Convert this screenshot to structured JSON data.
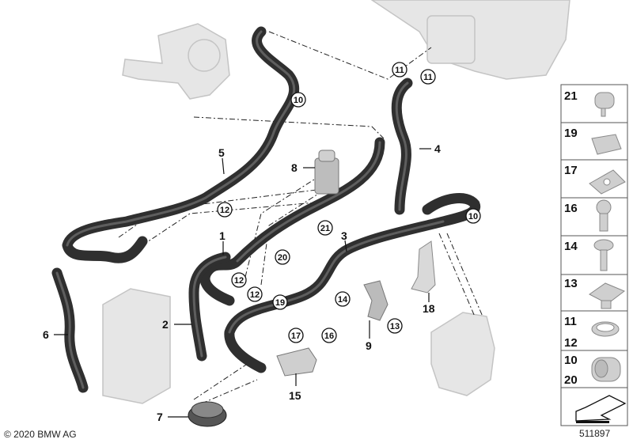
{
  "diagram": {
    "labels": {
      "l1": "1",
      "l2": "2",
      "l3": "3",
      "l4": "4",
      "l5": "5",
      "l6": "6",
      "l7": "7",
      "l8": "8",
      "l9": "9",
      "l15": "15",
      "l18": "18"
    },
    "circled": {
      "c11a": "11",
      "c11b": "11",
      "c10a": "10",
      "c10b": "10",
      "c12a": "12",
      "c12b": "12",
      "c12c": "12",
      "c21": "21",
      "c20": "20",
      "c19": "19",
      "c14": "14",
      "c13": "13",
      "c17": "17",
      "c16": "16"
    },
    "legend": [
      {
        "label": "21",
        "icon": "hose-clamp-bracket-icon"
      },
      {
        "label": "19",
        "icon": "double-clip-icon"
      },
      {
        "label": "17",
        "icon": "spring-clip-icon"
      },
      {
        "label": "16",
        "icon": "screw-icon"
      },
      {
        "label": "14",
        "icon": "collar-screw-icon"
      },
      {
        "label": "13",
        "icon": "square-nut-icon"
      },
      {
        "label": "11",
        "label2": "12",
        "icon": "hose-clamp-icon"
      },
      {
        "label": "10",
        "label2": "20",
        "icon": "hose-holder-icon"
      },
      {
        "label": "",
        "icon": "orientation-arrow-icon"
      }
    ],
    "copyright": "© 2020 BMW AG",
    "diagram_number": "511897"
  }
}
